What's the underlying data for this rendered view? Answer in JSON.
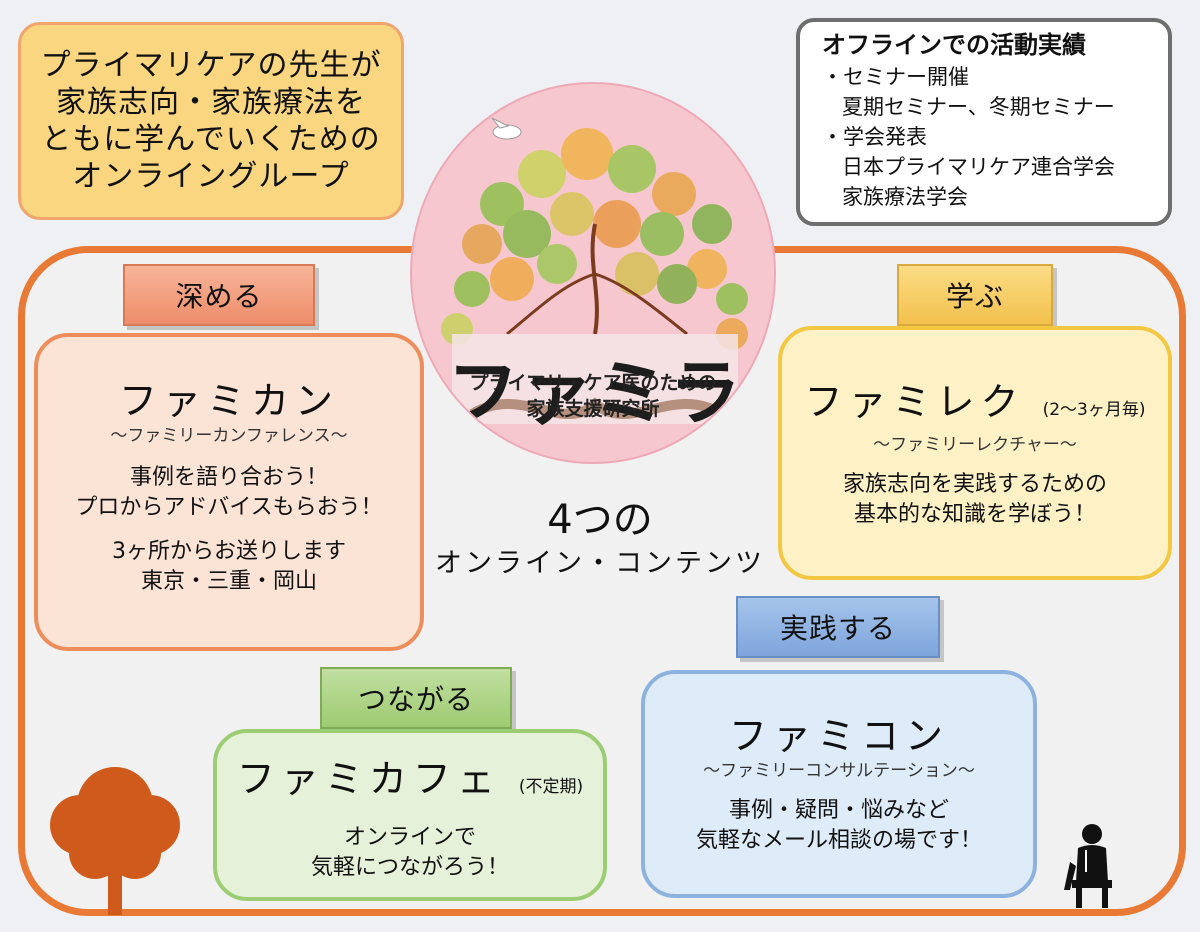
{
  "intro": {
    "lines": [
      "プライマリケアの先生が",
      "家族志向・家族療法を",
      "ともに学んでいくための",
      "オンライングループ"
    ]
  },
  "offline": {
    "title": "オフラインでの活動実績",
    "lines": [
      "・セミナー開催",
      "夏期セミナー、冬期セミナー",
      "・学会発表",
      "日本プライマリケア連合学会",
      "家族療法学会"
    ]
  },
  "logo": {
    "title": "ファミラボ",
    "sub1": "プライマリ・ケア医のための",
    "sub2": "家族支援研究所"
  },
  "center": {
    "line1": "4つの",
    "line2": "オンライン・コンテンツ"
  },
  "tabs": {
    "fukameru": "深める",
    "manabu": "学ぶ",
    "jissen": "実践する",
    "tsunagaru": "つながる"
  },
  "cards": {
    "famikan": {
      "name": "ファミカン",
      "tag": "〜ファミリーカンファレンス〜",
      "desc1": "事例を語り合おう！",
      "desc2": "プロからアドバイスもらおう！",
      "desc3": "3ヶ所からお送りします",
      "desc4": "東京・三重・岡山"
    },
    "famirek": {
      "name": "ファミレク",
      "freq": "(2〜3ヶ月毎)",
      "tag": "〜ファミリーレクチャー〜",
      "desc1": "家族志向を実践するための",
      "desc2": "基本的な知識を学ぼう！"
    },
    "famikon": {
      "name": "ファミコン",
      "tag": "〜ファミリーコンサルテーション〜",
      "desc1": "事例・疑問・悩みなど",
      "desc2": "気軽なメール相談の場です！"
    },
    "famicafe": {
      "name": "ファミカフェ",
      "freq": "(不定期)",
      "desc1": "オンラインで",
      "desc2": "気軽につながろう！"
    }
  },
  "colors": {
    "frame": "#e97a36",
    "tree": "#cf5a1c",
    "intro_bg": "#f9d67f",
    "logo_bg": "#f7c7cf"
  },
  "icons": [
    "tree-icon",
    "doctor-icon",
    "bird-icon"
  ]
}
